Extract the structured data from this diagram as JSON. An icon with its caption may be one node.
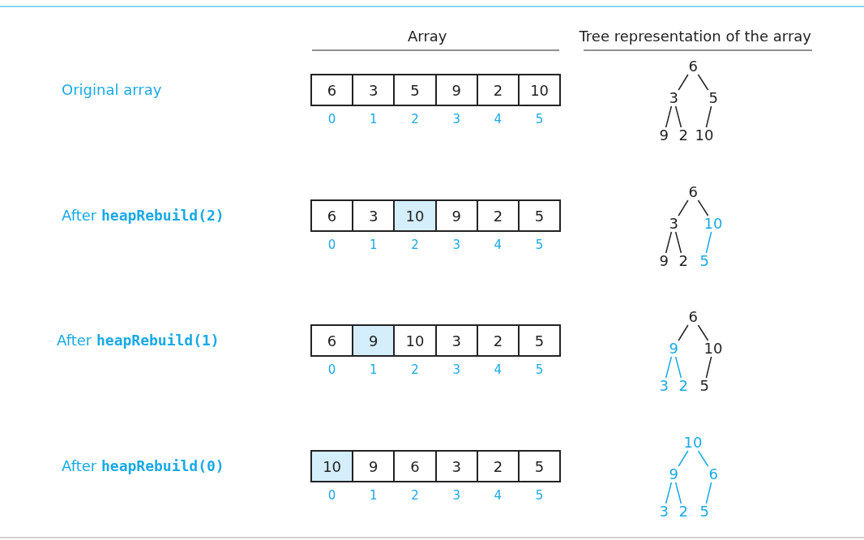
{
  "diagram": {
    "nodes": [
      {
        "text": [
          "6"
        ],
        "beside": [
          "0"
        ]
      },
      {
        "text": [
          "3"
        ],
        "beside": [
          "1"
        ]
      },
      {
        "text": [
          "5"
        ],
        "beside": [
          "2"
        ]
      },
      {
        "text": [
          "9"
        ],
        "beside": [
          "3"
        ]
      },
      {
        "text": [
          "2"
        ],
        "beside": [
          "4"
        ]
      },
      {
        "text": [
          "10"
        ],
        "beside": [
          "5"
        ]
      },
      {
        "text": [
          "6"
        ]
      },
      {
        "text": [
          "3"
        ]
      },
      {
        "text": [
          "5"
        ]
      },
      {
        "text": [
          "9"
        ]
      },
      {
        "text": [
          "2"
        ]
      },
      {
        "text": [
          "10"
        ]
      },
      {
        "text": [
          "6"
        ],
        "beside": [
          "0"
        ]
      },
      {
        "text": [
          "3"
        ],
        "beside": [
          "1"
        ]
      },
      {
        "text": [
          "10"
        ],
        "beside": [
          "2"
        ]
      },
      {
        "text": [
          "9"
        ],
        "beside": [
          "3"
        ]
      },
      {
        "text": [
          "2"
        ],
        "beside": [
          "4"
        ]
      },
      {
        "text": [
          "5"
        ],
        "beside": [
          "5"
        ]
      },
      {
        "text": [
          "6"
        ]
      },
      {
        "text": [
          "3"
        ]
      },
      {
        "text": [
          "10"
        ]
      },
      {
        "text": [
          "9"
        ]
      },
      {
        "text": [
          "2"
        ]
      },
      {
        "text": [
          "5"
        ]
      },
      {
        "text": [
          "6"
        ],
        "beside": [
          "0"
        ]
      },
      {
        "text": [
          "9"
        ],
        "beside": [
          "1"
        ]
      },
      {
        "text": [
          "10"
        ],
        "beside": [
          "2"
        ]
      },
      {
        "text": [
          "3"
        ],
        "beside": [
          "3"
        ]
      },
      {
        "text": [
          "2"
        ],
        "beside": [
          "4"
        ]
      },
      {
        "text": [
          "5"
        ],
        "beside": [
          "5"
        ]
      },
      {
        "text": [
          "6"
        ]
      },
      {
        "text": [
          "9"
        ]
      },
      {
        "text": [
          "10"
        ]
      },
      {
        "text": [
          "3"
        ]
      },
      {
        "text": [
          "2"
        ]
      },
      {
        "text": [
          "5"
        ]
      },
      {
        "text": [
          "10"
        ],
        "beside": [
          "0"
        ]
      },
      {
        "text": [
          "9"
        ],
        "beside": [
          "1"
        ]
      },
      {
        "text": [
          "6"
        ],
        "beside": [
          "2"
        ]
      },
      {
        "text": [
          "3"
        ],
        "beside": [
          "3"
        ]
      },
      {
        "text": [
          "2"
        ],
        "beside": [
          "4"
        ]
      },
      {
        "text": [
          "5"
        ],
        "beside": [
          "5"
        ]
      },
      {
        "text": [
          "10"
        ]
      },
      {
        "text": [
          "9"
        ]
      },
      {
        "text": [
          "6"
        ]
      },
      {
        "text": [
          "3"
        ]
      },
      {
        "text": [
          "2"
        ]
      },
      {
        "text": [
          "5"
        ]
      }
    ],
    "edges": [
      {
        "from": 6,
        "to": 7,
        "arrow": "none"
      },
      {
        "from": 6,
        "to": 8,
        "arrow": "none"
      },
      {
        "from": 7,
        "to": 9,
        "arrow": "none"
      },
      {
        "from": 7,
        "to": 10,
        "arrow": "none"
      },
      {
        "from": 8,
        "to": 11,
        "arrow": "none"
      },
      {
        "from": 18,
        "to": 19,
        "arrow": "none"
      },
      {
        "from": 18,
        "to": 20,
        "arrow": "none"
      },
      {
        "from": 19,
        "to": 21,
        "arrow": "none"
      },
      {
        "from": 19,
        "to": 22,
        "arrow": "none"
      },
      {
        "from": 20,
        "to": 23,
        "arrow": "none",
        "color": "#19a9e6"
      },
      {
        "from": 30,
        "to": 31,
        "arrow": "none"
      },
      {
        "from": 30,
        "to": 32,
        "arrow": "none"
      },
      {
        "from": 31,
        "to": 33,
        "arrow": "none",
        "color": "#19a9e6"
      },
      {
        "from": 31,
        "to": 34,
        "arrow": "none",
        "color": "#19a9e6"
      },
      {
        "from": 32,
        "to": 35,
        "arrow": "none"
      },
      {
        "from": 42,
        "to": 43,
        "arrow": "none",
        "color": "#19a9e6"
      },
      {
        "from": 42,
        "to": 44,
        "arrow": "none",
        "color": "#19a9e6"
      },
      {
        "from": 43,
        "to": 45,
        "arrow": "none",
        "color": "#19a9e6"
      },
      {
        "from": 43,
        "to": 46,
        "arrow": "none",
        "color": "#19a9e6"
      },
      {
        "from": 44,
        "to": 47,
        "arrow": "none",
        "color": "#19a9e6"
      }
    ],
    "labels": [
      "Array",
      "Tree representation of the array",
      "Original array",
      "After **heapRebuild(2)**",
      "After **heapRebuild(1)**",
      "After **heapRebuild(0)**"
    ]
  }
}
